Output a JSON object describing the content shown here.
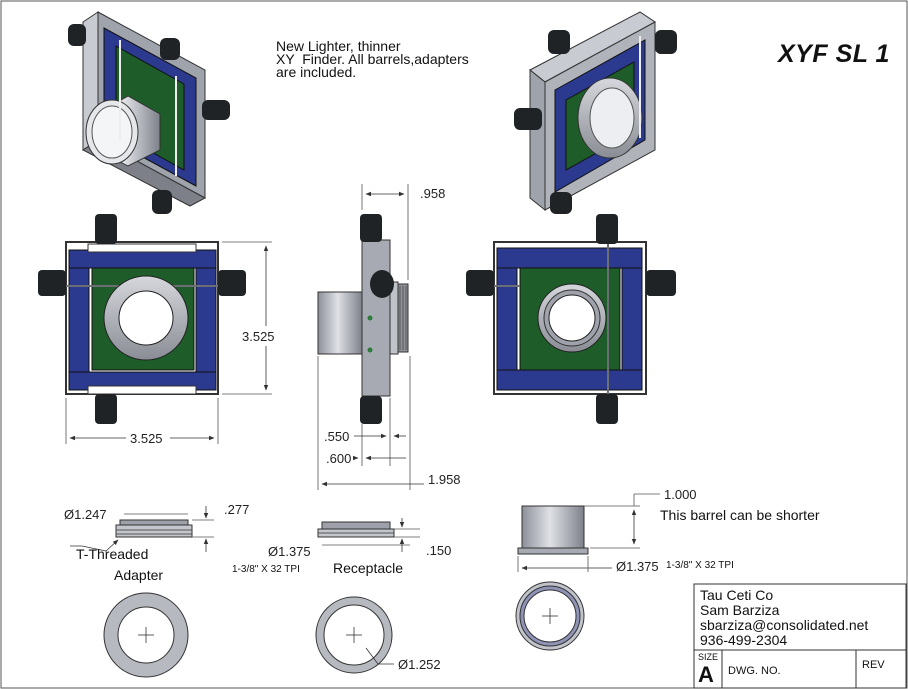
{
  "drawing": {
    "title": "XYF SL 1",
    "note": "New Lighter, thinner\nXY  Finder. All barrels,adapters\nare included."
  },
  "dimensions": {
    "front_height": "3.525",
    "front_width": "3.525",
    "side_top": ".958",
    "side_a": ".550",
    "side_b": ".600",
    "side_total": "1.958",
    "adapter_dia": "Ø1.247",
    "adapter_thk": ".277",
    "receptacle_dia": "Ø1.375",
    "receptacle_thread": "1-3/8\" X 32 TPI",
    "receptacle_thk": ".150",
    "receptacle_bore": "Ø1.252",
    "barrel_len": "1.000",
    "barrel_note": "This barrel can be shorter",
    "barrel_dia": "Ø1.375",
    "barrel_thread": "1-3/8\" X 32 TPI"
  },
  "parts": {
    "adapter_name_1": "T-Threaded",
    "adapter_name_2": "Adapter",
    "receptacle_name": "Receptacle"
  },
  "title_block": {
    "company": "Tau Ceti Co",
    "person": "Sam Barziza",
    "email": "sbarziza@consolidated.net",
    "phone": "936-499-2304",
    "size_label": "SIZE",
    "size_value": "A",
    "dwg_label": "DWG.  NO.",
    "rev_label": "REV"
  },
  "colors": {
    "frame_blue": "#2b3a8f",
    "plate_green": "#1e5c2a",
    "metal": "#b9bcc4",
    "knob": "#1f2326"
  }
}
